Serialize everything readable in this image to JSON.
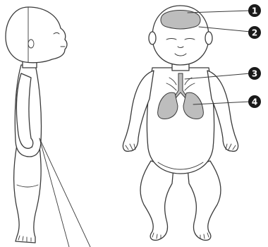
{
  "callouts": [
    {
      "number": "1",
      "target": "brain"
    },
    {
      "number": "2",
      "target": "skull"
    },
    {
      "number": "3",
      "target": "airway"
    },
    {
      "number": "4",
      "target": "lungs"
    }
  ],
  "colors": {
    "organ_fill": "#bdbdbd",
    "outline": "#3a3a3a",
    "callout_marker": "#1a1a1a",
    "background": "#ffffff"
  },
  "icons": [
    "infant-side-view-figure",
    "infant-front-view-figure"
  ]
}
